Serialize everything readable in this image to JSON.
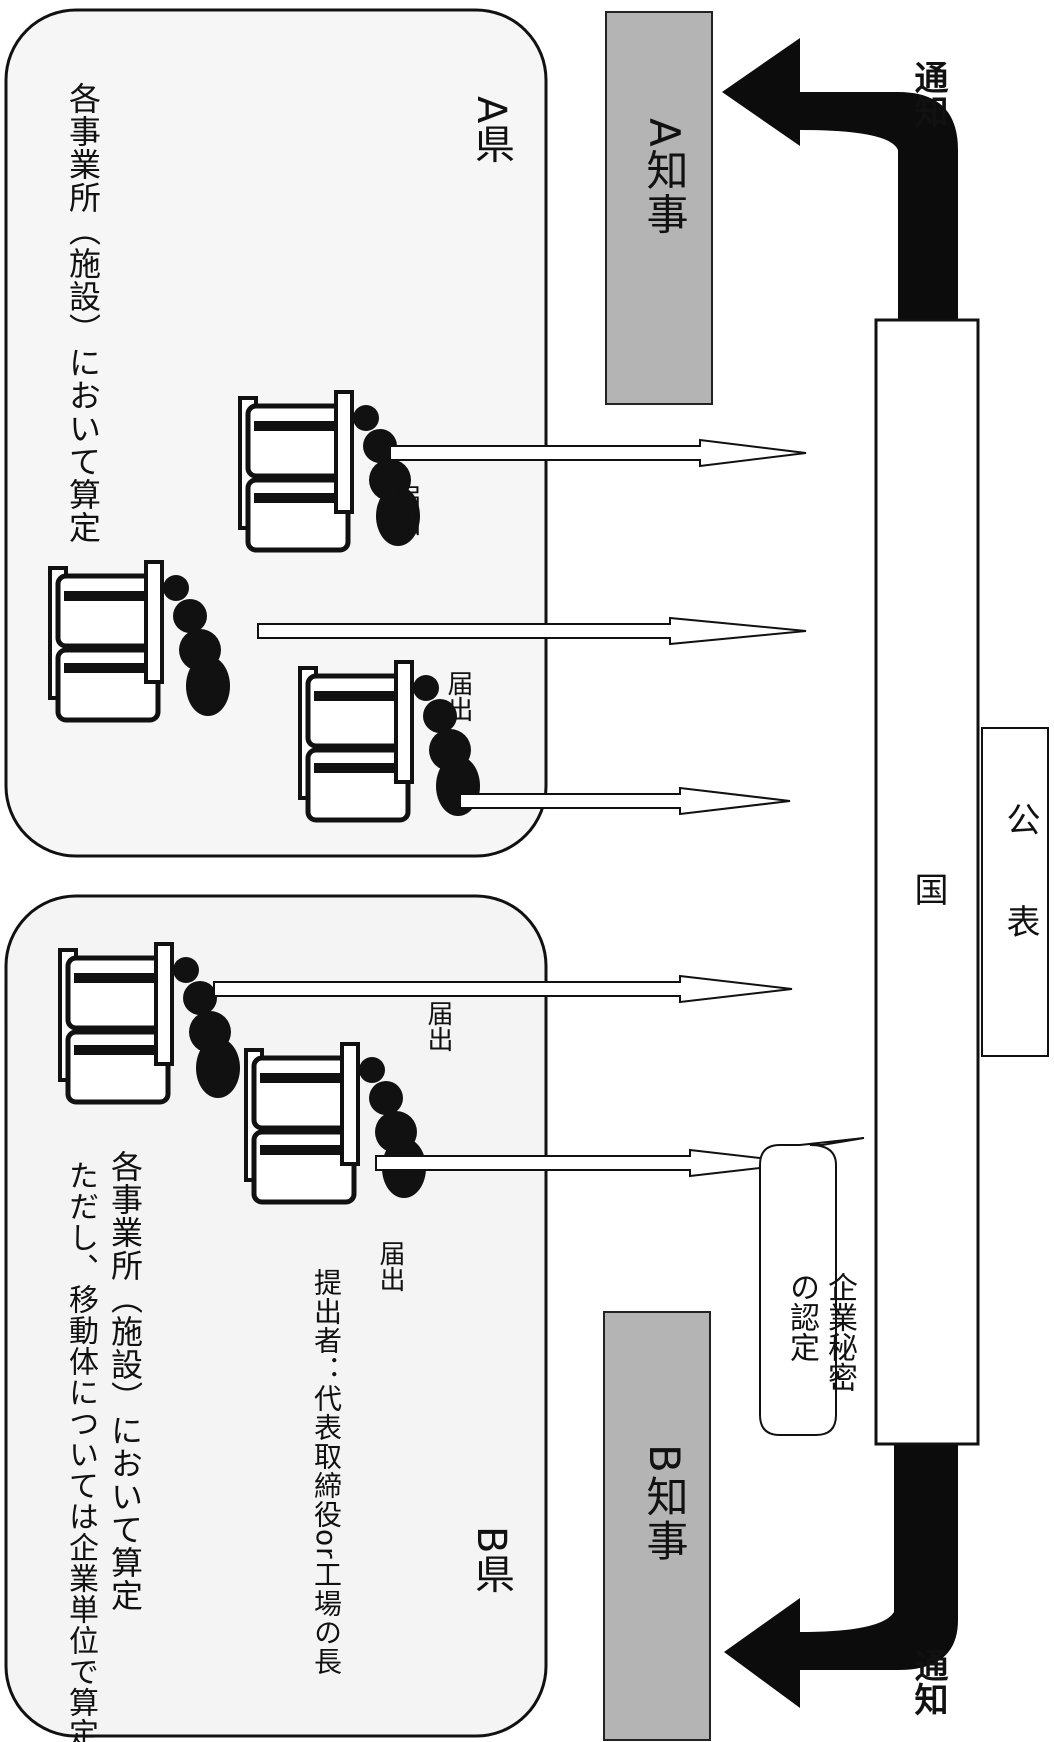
{
  "region_a": {
    "label": "A県",
    "note": "各事業所（施設）において算定"
  },
  "region_b": {
    "label": "B県",
    "submitter_note": "提出者：代表取締役or工場の長",
    "note": "各事業所（施設）において算定",
    "mobile_note": "ただし、移動体については企業単位で算定"
  },
  "notification_label": "届出",
  "national": {
    "label": "国",
    "publish_label": "公　　表"
  },
  "governor_a": {
    "label": "A知事"
  },
  "governor_b": {
    "label": "B知事"
  },
  "flow_to_a": {
    "label": "通知"
  },
  "flow_to_b": {
    "label": "通知"
  },
  "callout": {
    "line1": "企業秘密",
    "line2": "の認定"
  },
  "colors": {
    "ink": "#111111",
    "governor_fill": "#b4b4b4",
    "region_fill": "#f6f6f6",
    "arrow_fill": "#0c0c0c"
  }
}
